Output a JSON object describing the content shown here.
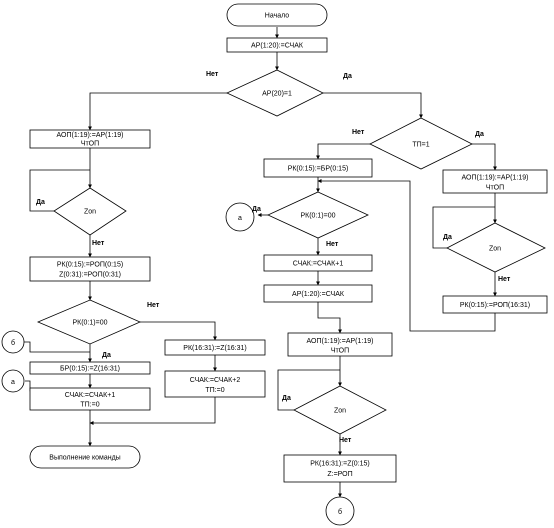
{
  "nodes": {
    "start": "Начало",
    "p1": "AP(1:20):=СЧАК",
    "d1": "AP(20)=1",
    "p_aop1_a": "АОП(1:19):=АР(1:19)",
    "p_aop1_b": "ЧтОП",
    "d_zon1": "Zon",
    "p_rk1_a": "РК(0:15):=РОП(0:15)",
    "p_rk1_b": "Z(0:31):=РОП(0:31)",
    "d_rk01": "РК(0:1)=00",
    "p_br": "БР(0:15):=Z(16:31)",
    "p_sch1_a": "СЧАК:=СЧАК+1",
    "p_sch1_b": "ТП:=0",
    "p_rkz": "РК(16:31):=Z(16:31)",
    "p_sch2_a": "СЧАК:=СЧАК+2",
    "p_sch2_b": "ТП:=0",
    "end": "Выполнение команды",
    "d_tp": "ТП=1",
    "p_rkbr": "РК(0:15):=БР(0:15)",
    "d_rk01b": "РК(0:1)=00",
    "p_sch3": "СЧАК:=СЧАК+1",
    "p_ap2": "АР(1:20):=СЧАК",
    "p_aop2_a": "АОП(1:19):=АР(1:19)",
    "p_aop2_b": "ЧтОП",
    "d_zon2": "Zon",
    "p_rkz2_a": "РК(16:31):=Z(0:15)",
    "p_rkz2_b": "Z:=РОП",
    "p_aop3_a": "АОП(1:19):=АР(1:19)",
    "p_aop3_b": "ЧтОП",
    "d_zon3": "Zon",
    "p_rkrop": "РК(0:15):=РОП(16:31)"
  },
  "connectors": {
    "a": "а",
    "b": "б"
  },
  "labels": {
    "yes": "Да",
    "no": "Нет"
  }
}
